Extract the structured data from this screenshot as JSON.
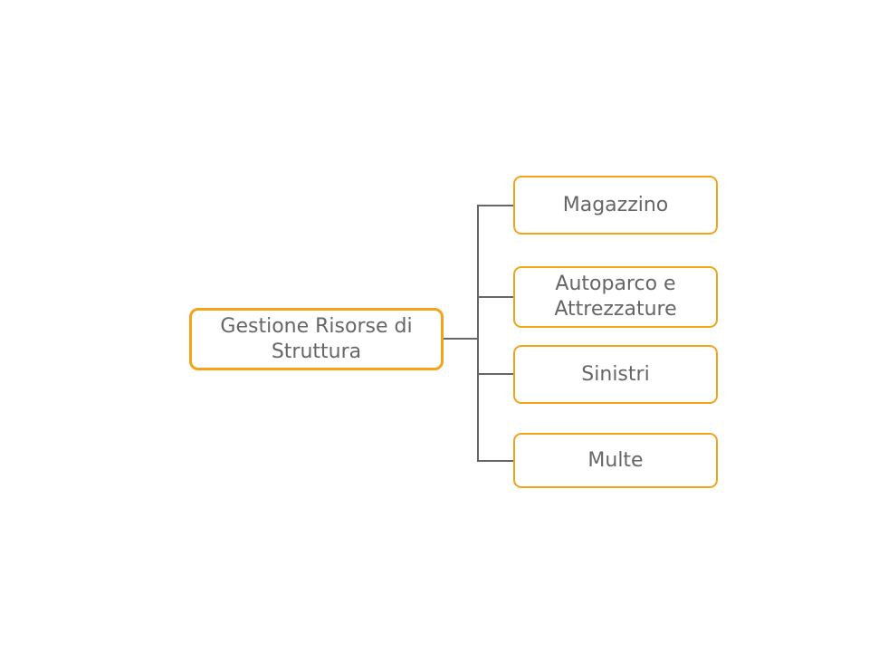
{
  "diagram": {
    "root": {
      "label": "Gestione Risorse di Struttura"
    },
    "children": [
      {
        "label": "Magazzino"
      },
      {
        "label": "Autoparco e Attrezzature"
      },
      {
        "label": "Sinistri"
      },
      {
        "label": "Multe"
      }
    ],
    "colors": {
      "node_border": "#f5a31a",
      "connector": "#666666",
      "text": "#666666",
      "background": "#ffffff"
    }
  }
}
